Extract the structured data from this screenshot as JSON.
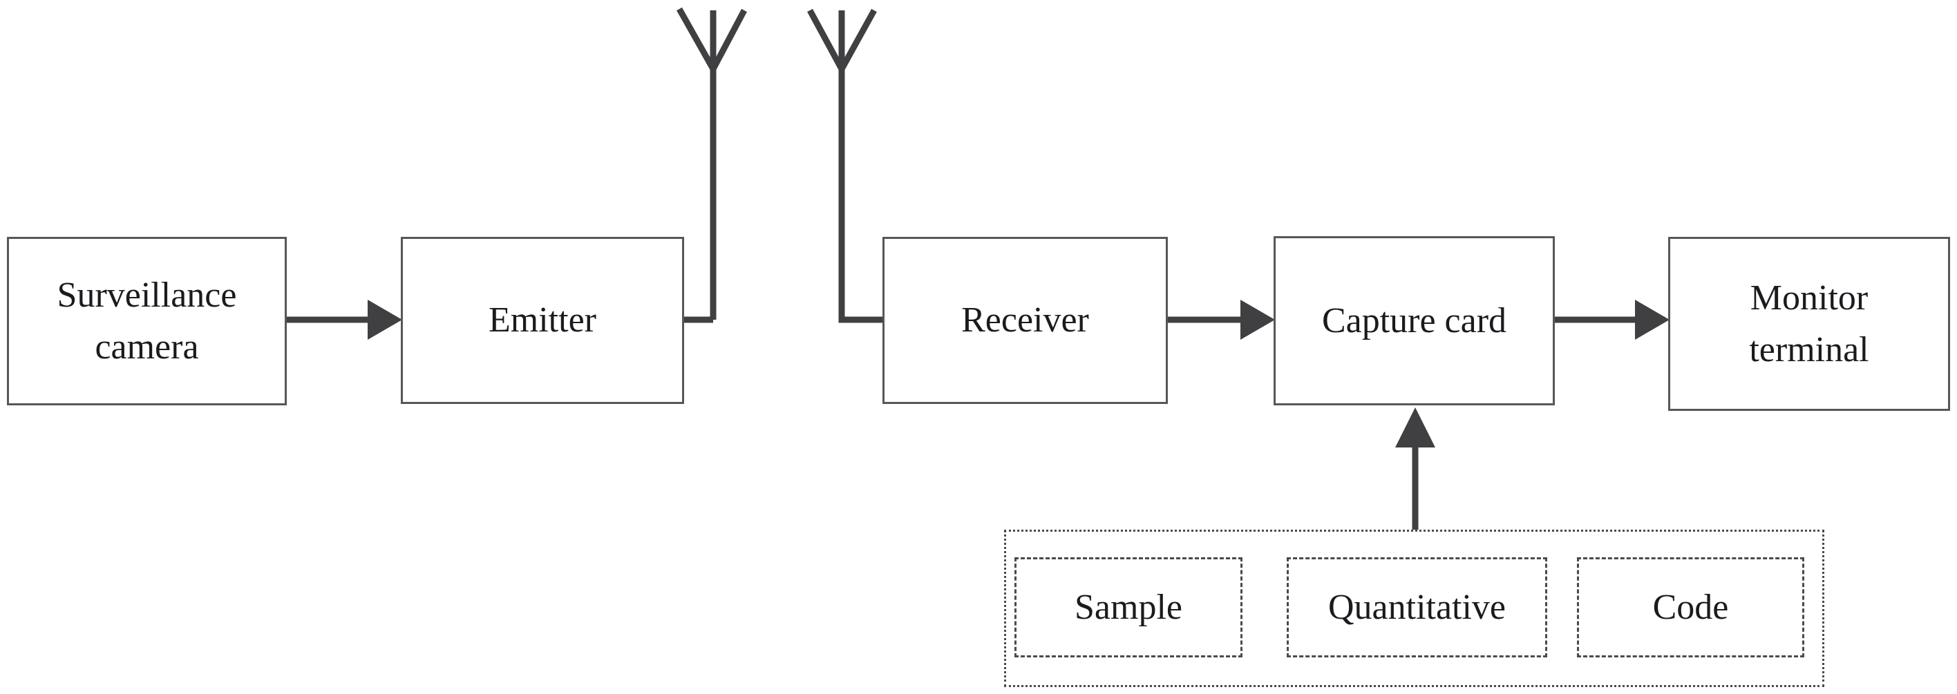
{
  "colors": {
    "background": "#ffffff",
    "line": "#404042",
    "box-border": "#57575a",
    "dash-border": "#4a4a4c",
    "text": "#1b1b1f"
  },
  "nodes": {
    "surveillance_camera": {
      "label": "Surveillance\ncamera"
    },
    "emitter": {
      "label": "Emitter"
    },
    "receiver": {
      "label": "Receiver"
    },
    "capture_card": {
      "label": "Capture card"
    },
    "monitor_terminal": {
      "label": "Monitor\nterminal"
    }
  },
  "processing": {
    "steps": [
      {
        "label": "Sample"
      },
      {
        "label": "Quantitative"
      },
      {
        "label": "Code"
      }
    ]
  },
  "icons": {
    "transmit_antenna": "antenna-icon",
    "receive_antenna": "antenna-icon",
    "flow_arrows": "arrow-right-icon",
    "feed_arrow": "arrow-up-icon"
  }
}
